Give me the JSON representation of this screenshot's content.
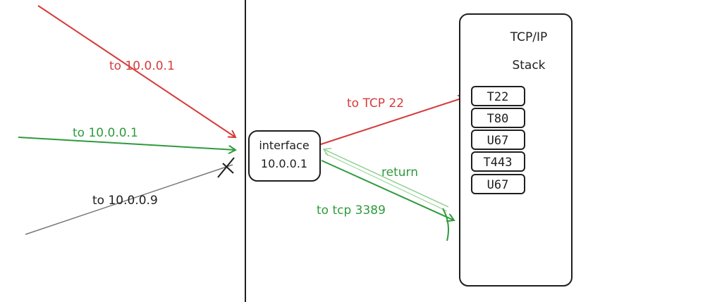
{
  "colors": {
    "red": "#d63a3a",
    "green": "#2f9a3c",
    "light_green": "#8fd08f",
    "gray": "#777777",
    "ink": "#1e1e1e"
  },
  "arrows": {
    "red_incoming": "to 10.0.0.1",
    "green_incoming": "to 10.0.0.1",
    "gray_incoming": "to 10.0.0.9",
    "red_outgoing": "to TCP 22",
    "green_outgoing": "to tcp 3389",
    "return": "return"
  },
  "interface": {
    "line1": "interface",
    "line2": "10.0.0.1"
  },
  "stack": {
    "title_line1": "TCP/IP",
    "title_line2": "Stack",
    "ports": [
      "T22",
      "T80",
      "U67",
      "T443",
      "U67"
    ]
  }
}
